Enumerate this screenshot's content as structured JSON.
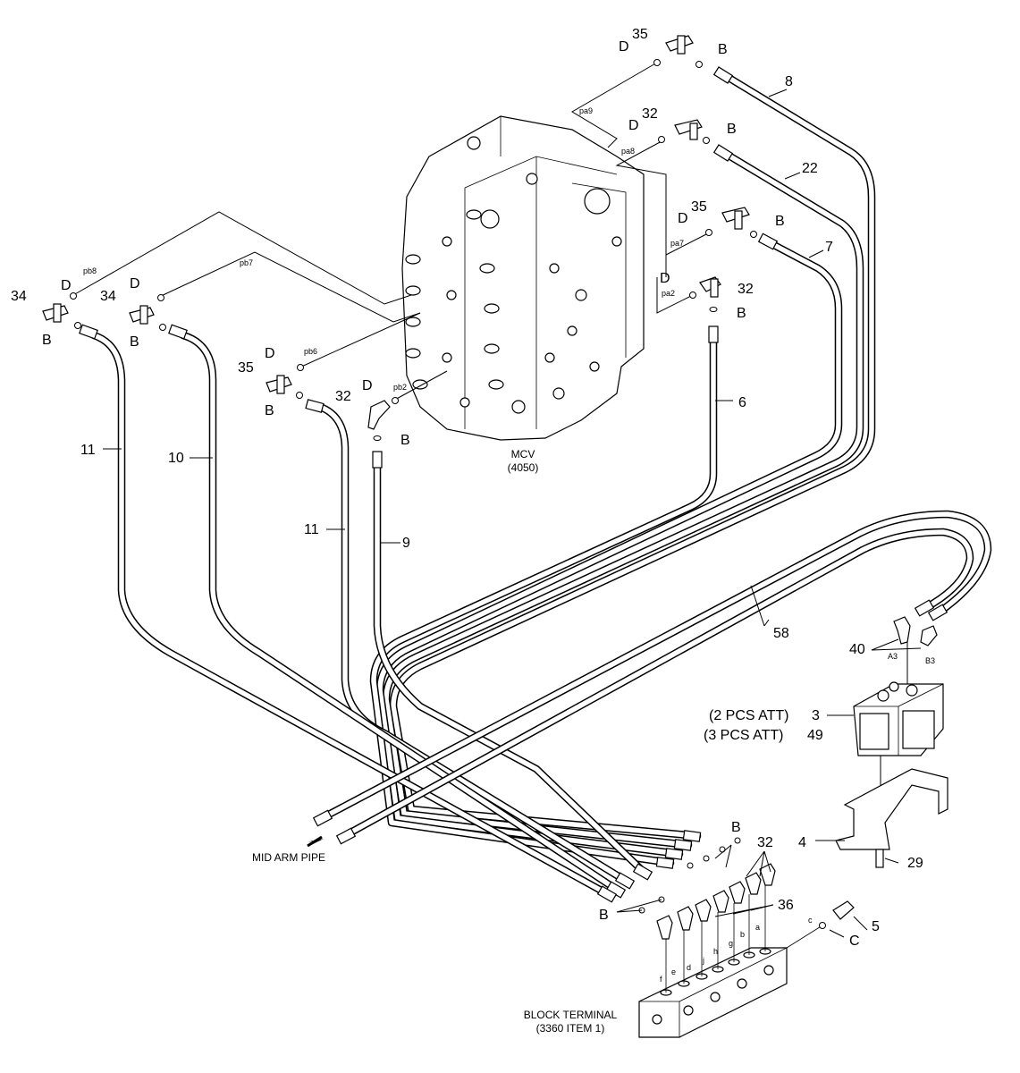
{
  "mcv": {
    "name": "MCV",
    "ref": "(4050)"
  },
  "block_terminal": {
    "name": "BLOCK TERMINAL",
    "ref": "(3360 ITEM 1)"
  },
  "mid_arm_pipe": "MID ARM PIPE",
  "att": {
    "two": "(2 PCS ATT)",
    "three": "(3 PCS ATT)"
  },
  "ports": {
    "pb8": "pb8",
    "pb7": "pb7",
    "pb6": "pb6",
    "pb2": "pb2",
    "pa9": "pa9",
    "pa8": "pa8",
    "pa7": "pa7",
    "pa2": "pa2",
    "a3": "A3",
    "b3": "B3"
  },
  "terminals": [
    "f",
    "e",
    "d",
    "j",
    "h",
    "g",
    "b",
    "a",
    "c"
  ],
  "callouts": {
    "p35a": "35",
    "d_top1": "D",
    "b_top1": "B",
    "p8": "8",
    "p32a": "32",
    "d_top2": "D",
    "b_top2": "B",
    "p22": "22",
    "p35b": "35",
    "d_top3": "D",
    "b_top3": "B",
    "p7": "7",
    "d_top4": "D",
    "p32b": "32",
    "b_top4": "B",
    "p6": "6",
    "p34a": "34",
    "d_left1": "D",
    "b_left1": "B",
    "p34b": "34",
    "d_left2": "D",
    "b_left2": "B",
    "p35c": "35",
    "d_left3": "D",
    "b_left3": "B",
    "p32c": "32",
    "d_left4": "D",
    "b_left4": "B",
    "p11a": "11",
    "p10": "10",
    "p11b": "11",
    "p9": "9",
    "p58": "58",
    "p40": "40",
    "p3": "3",
    "p49": "49",
    "p4": "4",
    "p29": "29",
    "p32d": "32",
    "b_right": "B",
    "p36": "36",
    "b_lower": "B",
    "p5": "5",
    "c_lbl": "C"
  }
}
